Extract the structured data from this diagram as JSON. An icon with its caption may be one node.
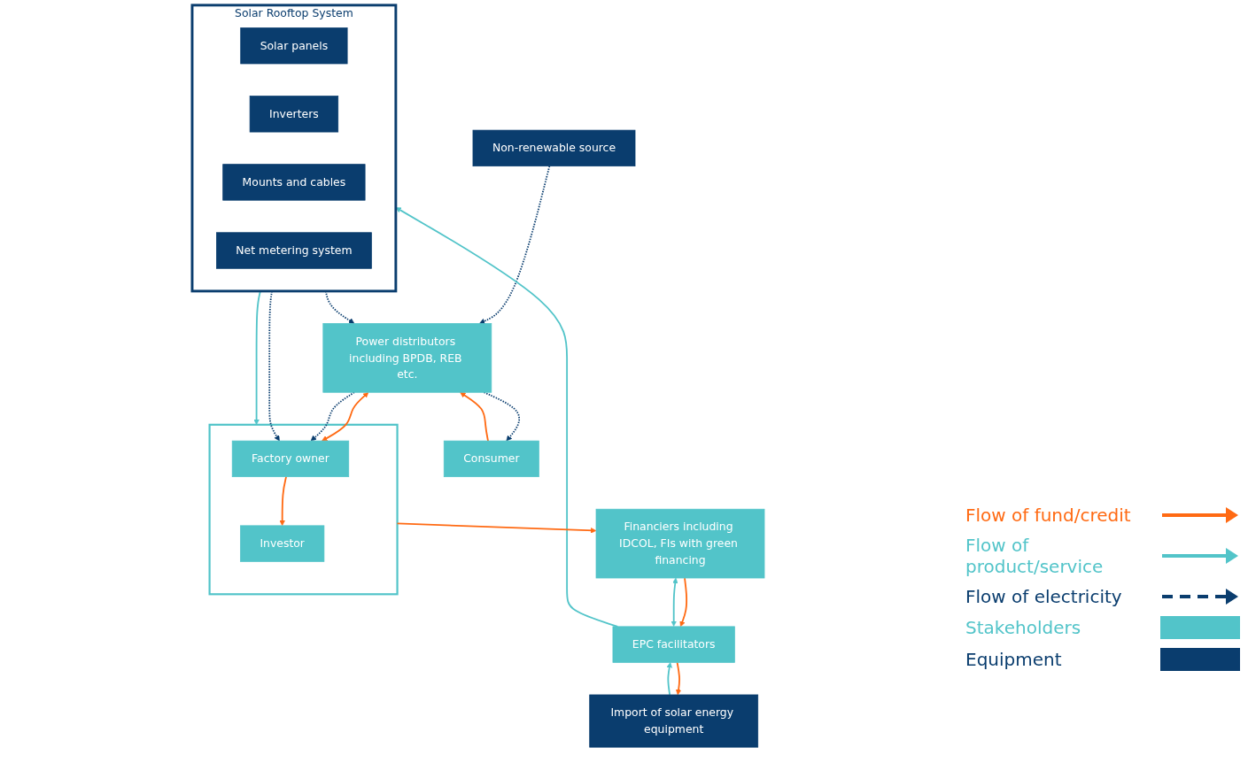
{
  "diagram": {
    "nodes": [
      {
        "text": [
          "Import of solar energy equipment"
        ]
      },
      {
        "text": [
          "EPC facilitators"
        ]
      },
      {
        "text": [
          "Financiers including IDCOL, FIs with green financing"
        ]
      },
      {
        "text": [
          "Solar Rooftop System"
        ]
      },
      {
        "text": [
          "Solar panels"
        ],
        "in": 3
      },
      {
        "text": [
          "Inverters"
        ],
        "in": 3
      },
      {
        "text": [
          "Mounts and cables"
        ],
        "in": 3
      },
      {
        "text": [
          "Net metering system"
        ],
        "in": 3
      },
      {
        "text": [
          "Power distributors including BPDB, REB etc."
        ]
      },
      {
        "text": [],
        "shape": "box"
      },
      {
        "text": [
          "Factory owner"
        ],
        "in": 9
      },
      {
        "text": [
          "Investor"
        ],
        "in": 9
      },
      {
        "text": [
          "Non-renewable source"
        ]
      },
      {
        "text": [
          "Consumer"
        ]
      }
    ],
    "edges": [
      {
        "from": 1,
        "to": 0,
        "arrow": "to"
      },
      {
        "from": 0,
        "to": 1,
        "arrow": "to",
        "color": "#52c4c9"
      },
      {
        "from": 2,
        "to": 1,
        "arrow": "to"
      },
      {
        "from": 1,
        "to": 2,
        "arrow": "both",
        "color": "#52c4c9"
      },
      {
        "from": 1,
        "to": 3,
        "arrow": "to",
        "color": "#52c4c9"
      },
      {
        "from": 3,
        "to": 8,
        "arrow": "to",
        "style": "dashed",
        "color": "#0a3d6e"
      },
      {
        "from": 3,
        "to": 10,
        "arrow": "to",
        "style": "dashed",
        "color": "#0a3d6e"
      },
      {
        "from": 3,
        "to": 9,
        "arrow": "to",
        "color": "#52c4c9"
      },
      {
        "from": 9,
        "to": 2,
        "arrow": "to"
      },
      {
        "from": 8,
        "to": 10,
        "arrow": "both"
      },
      {
        "from": 8,
        "to": 10,
        "arrow": "to",
        "style": "dashed",
        "color": "#0a3d6e"
      },
      {
        "from": 10,
        "to": 11,
        "arrow": "to"
      },
      {
        "from": 12,
        "to": 8,
        "arrow": "to",
        "style": "dashed",
        "color": "#0a3d6e"
      },
      {
        "from": 8,
        "to": 13,
        "arrow": "to",
        "style": "dashed",
        "color": "#0a3d6e"
      },
      {
        "from": 13,
        "to": 8,
        "arrow": "to"
      }
    ],
    "legend": [
      {
        "text": "Flow of fund/credit"
      },
      {
        "text": "Flow of product/service"
      },
      {
        "text": "Flow of electricity"
      },
      {
        "text": "Stakeholders",
        "color": "#52c4c9"
      },
      {
        "text": "Equipment",
        "color": "#0a3d6e"
      }
    ]
  }
}
